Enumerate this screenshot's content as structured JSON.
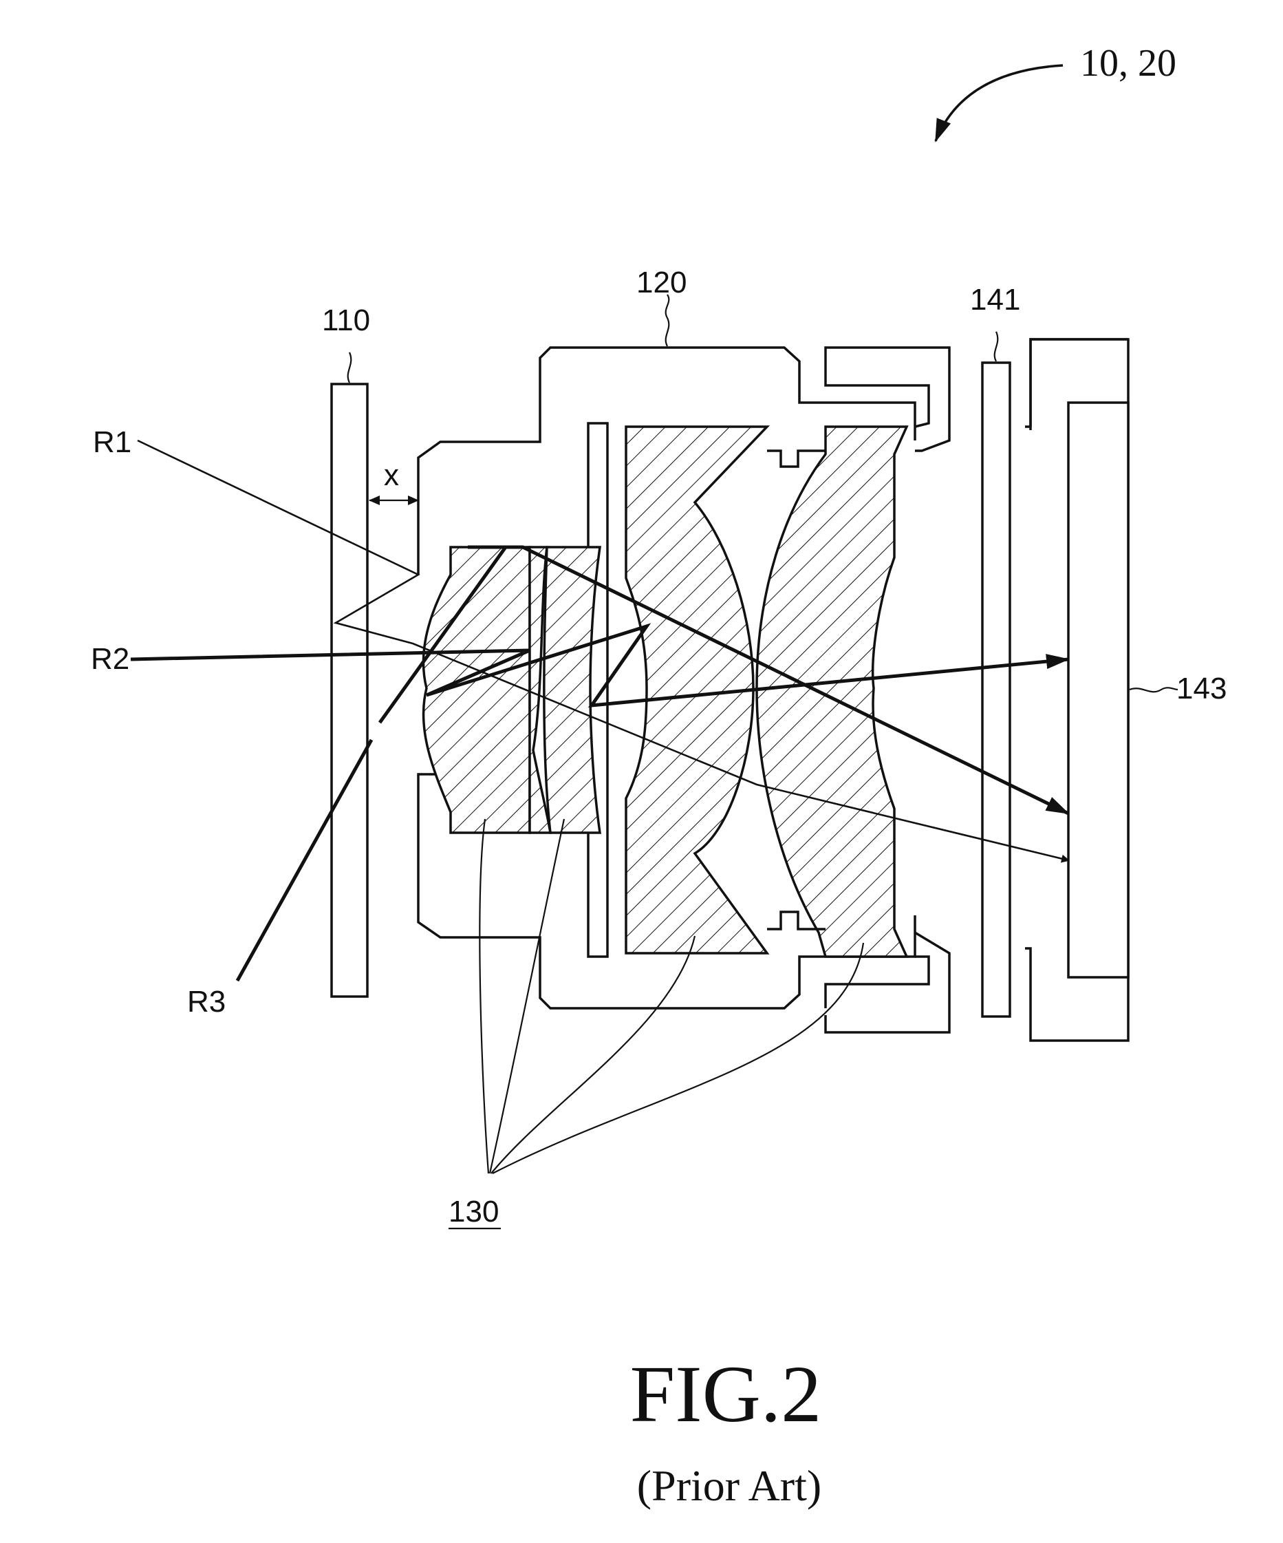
{
  "labels": {
    "device_ref": "10, 20",
    "housing": "120",
    "window": "110",
    "filter": "141",
    "sensor": "143",
    "lens_group": "130",
    "ray_1": "R1",
    "ray_2": "R2",
    "ray_3": "R3",
    "gap": "x"
  },
  "caption": {
    "figure": "FIG.2",
    "note": "(Prior Art)"
  }
}
